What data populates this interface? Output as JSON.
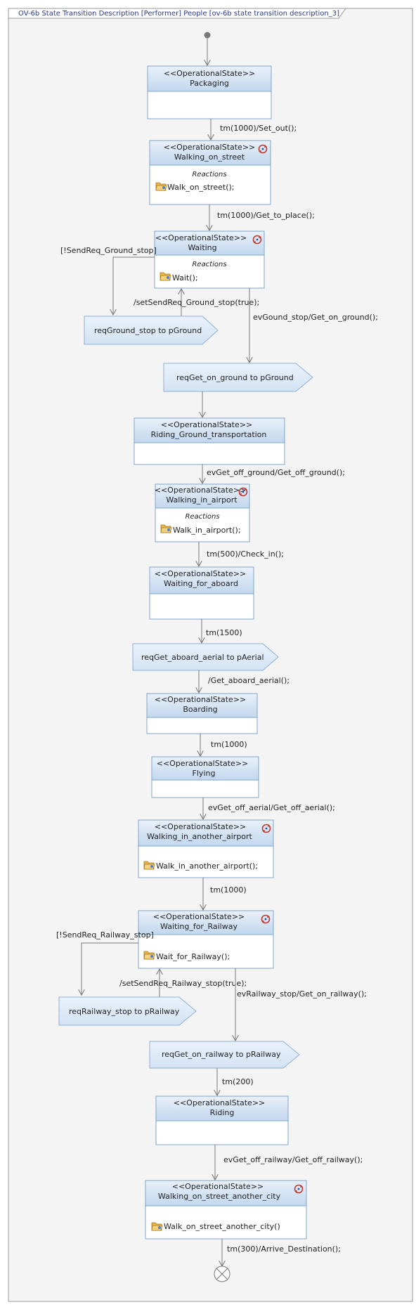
{
  "diagram": {
    "title": "OV-6b State Transition Description [Performer] People [ov-6b state transition description_3]"
  },
  "stereotype": "<<OperationalState>>",
  "reactions_label": "Reactions",
  "states": {
    "packaging": {
      "name": "Packaging"
    },
    "walking_on_street": {
      "name": "Walking_on_street",
      "action": "Walk_on_street();"
    },
    "waiting": {
      "name": "Waiting",
      "action": "Wait();"
    },
    "riding_ground": {
      "name": "Riding_Ground_transportation"
    },
    "walking_in_airport": {
      "name": "Walking_in_airport",
      "action": "Walk_in_airport();"
    },
    "waiting_for_aboard": {
      "name": "Waiting_for_aboard"
    },
    "boarding": {
      "name": "Boarding"
    },
    "flying": {
      "name": "Flying"
    },
    "walking_another_airport": {
      "name": "Walking_in_another_airport",
      "action": "Walk_in_another_airport();"
    },
    "waiting_for_railway": {
      "name": "Waiting_for_Railway",
      "action": "Wait_for_Railway();"
    },
    "riding": {
      "name": "Riding"
    },
    "walking_another_city": {
      "name": "Walking_on_street_another_city",
      "action": "Walk_on_street_another_city()"
    }
  },
  "signals": {
    "req_ground_stop": "reqGround_stop to pGround",
    "req_get_on_ground": "reqGet_on_ground to pGround",
    "req_get_aboard_aerial": "reqGet_aboard_aerial to pAerial",
    "req_railway_stop": "reqRailway_stop to pRailway",
    "req_get_on_railway": "reqGet_on_railway to pRailway"
  },
  "transitions": {
    "t1": "tm(1000)/Set_out();",
    "t2": "tm(1000)/Get_to_place();",
    "t3": "[!SendReq_Ground_stop]",
    "t4": "/setSendReq_Ground_stop(true);",
    "t5": "evGound_stop/Get_on_ground();",
    "t6": "evGet_off_ground/Get_off_ground();",
    "t7": "tm(500)/Check_in();",
    "t8": "tm(1500)",
    "t9": "/Get_aboard_aerial();",
    "t10": "tm(1000)",
    "t11": "evGet_off_aerial/Get_off_aerial();",
    "t12": "tm(1000)",
    "t13": "[!SendReq_Railway_stop]",
    "t14": "/setSendReq_Railway_stop(true);",
    "t15": "evRailway_stop/Get_on_railway();",
    "t16": "tm(200)",
    "t17": "evGet_off_railway/Get_off_railway();",
    "t18": "tm(300)/Arrive_Destination();"
  },
  "colors": {
    "state_border": "#7fa6cc",
    "state_header_top": "#e9f1fa",
    "state_header_bottom": "#c2d7ee",
    "title_text": "#2b3a8c",
    "icon_red": "#c0392b",
    "icon_folder": "#e8b64a"
  }
}
